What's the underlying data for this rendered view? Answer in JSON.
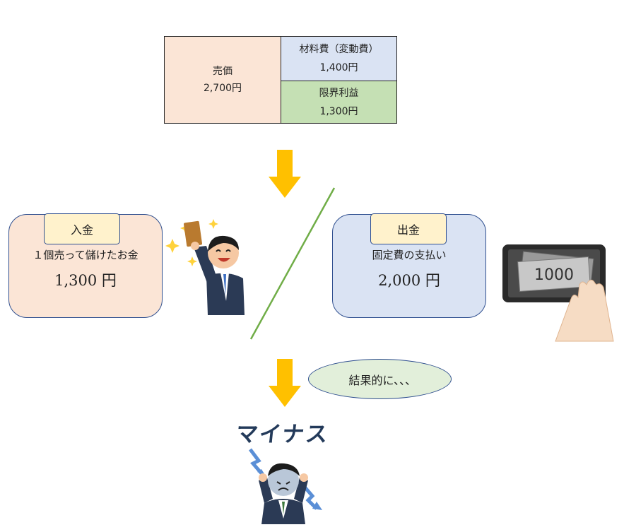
{
  "price_table": {
    "sale_label": "売価",
    "sale_value": "2,700円",
    "material_label": "材料費（変動費）",
    "material_value": "1,400円",
    "margin_label": "限界利益",
    "margin_value": "1,300円"
  },
  "income": {
    "tag": "入金",
    "description": "１個売って儲けたお金",
    "amount": "1,300 円"
  },
  "expense": {
    "tag": "出金",
    "description": "固定費の支払い",
    "amount": "2,000 円"
  },
  "result_bubble": "結果的に､､､",
  "minus_caption": "マイナス",
  "banknote_label": "1000",
  "colors": {
    "arrow": "#ffc000",
    "divider": "#70ad47",
    "border": "#2f4f8f",
    "income_bg": "#fbe5d6",
    "expense_bg": "#dae3f3",
    "tag_bg": "#fff2cc",
    "bubble_bg": "#e2efda"
  }
}
